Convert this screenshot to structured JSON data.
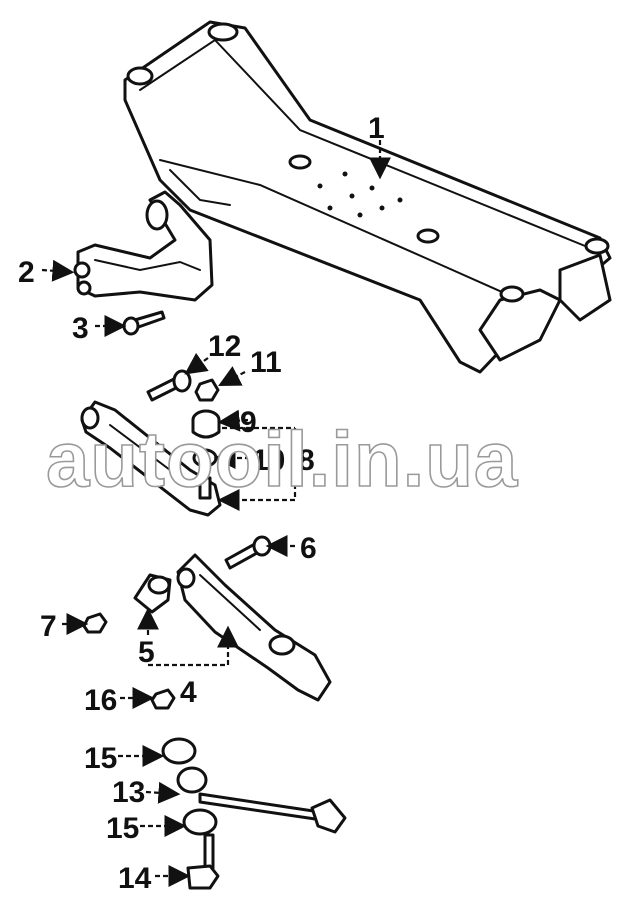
{
  "watermark": "autooil.in.ua",
  "callouts": [
    {
      "id": "1",
      "text": "1"
    },
    {
      "id": "2",
      "text": "2"
    },
    {
      "id": "3",
      "text": "3"
    },
    {
      "id": "4",
      "text": "4"
    },
    {
      "id": "5",
      "text": "5"
    },
    {
      "id": "6",
      "text": "6"
    },
    {
      "id": "7",
      "text": "7"
    },
    {
      "id": "8",
      "text": "8"
    },
    {
      "id": "9",
      "text": "9"
    },
    {
      "id": "10",
      "text": "10"
    },
    {
      "id": "11",
      "text": "11"
    },
    {
      "id": "12",
      "text": "12"
    },
    {
      "id": "13",
      "text": "13"
    },
    {
      "id": "14",
      "text": "14"
    },
    {
      "id": "15a",
      "text": "15"
    },
    {
      "id": "15b",
      "text": "15"
    },
    {
      "id": "16",
      "text": "16"
    }
  ]
}
